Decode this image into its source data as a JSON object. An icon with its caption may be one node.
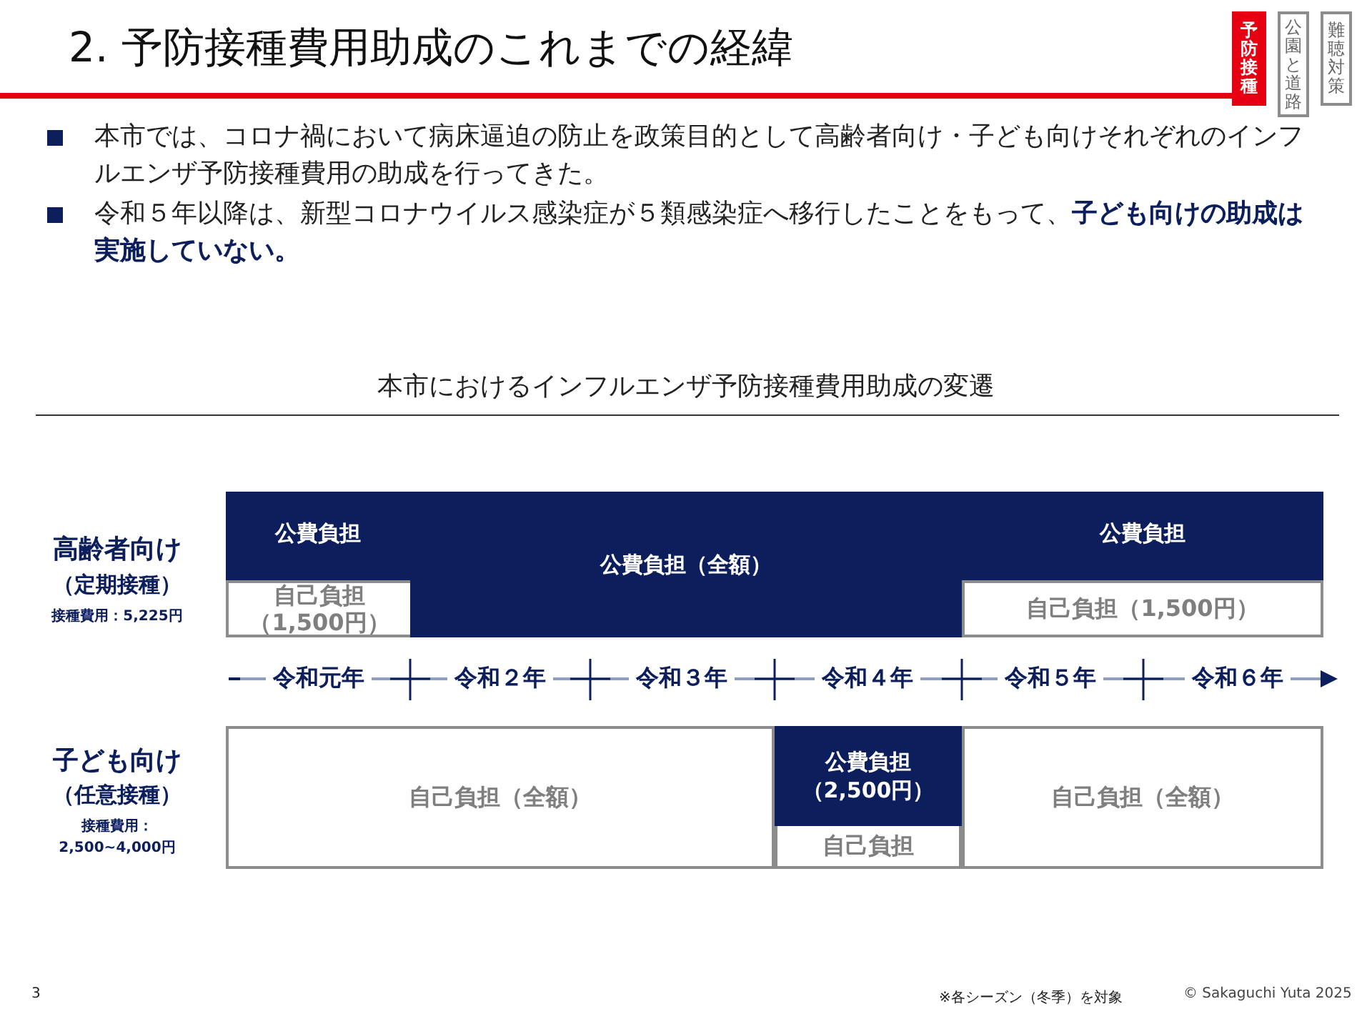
{
  "diagram": {
    "title": "2. 予防接種費用助成のこれまでの経緯",
    "nodes": [
      {
        "text": [
          "公費負担"
        ]
      },
      {
        "text": [
          "自己負担（1,500円）"
        ]
      },
      {
        "text": [
          "公費負担（全額）"
        ]
      },
      {
        "text": [
          "公費負担"
        ]
      },
      {
        "text": [
          "自己負担（1,500円）"
        ]
      },
      {
        "text": [
          "自己負担（全額）"
        ]
      },
      {
        "text": [
          "公費負担（2,500円）"
        ]
      },
      {
        "text": [
          "自己負担"
        ]
      },
      {
        "text": [
          "自己負担（全額）"
        ]
      },
      {
        "text": [
          "予防接種"
        ]
      },
      {
        "text": [
          "公園と道路"
        ]
      },
      {
        "text": [
          "難聴対策"
        ]
      }
    ],
    "labels": [
      "本市では、コロナ禍において病床逼迫の防止を政策目的として高齢者向け・子ども向けそれぞれのインフルエンザ予防接種費用の助成を行ってきた。",
      "令和５年以降は、新型コロナウイルス感染症が５類感染症へ移行したことをもって、**子ども向けの助成は実施していない。**",
      "本市におけるインフルエンザ予防接種費用助成の変遷",
      "高齢者向け",
      "（定期接種）",
      "接種費用：5,225円",
      "令和元年",
      "令和２年",
      "令和３年",
      "令和４年",
      "令和５年",
      "令和６年",
      "子ども向け",
      "（任意接種）",
      "接種費用：",
      "2,500~4,000円",
      "3",
      "※各シーズン（冬季）を対象",
      "© Sakaguchi Yuta 2025"
    ]
  }
}
